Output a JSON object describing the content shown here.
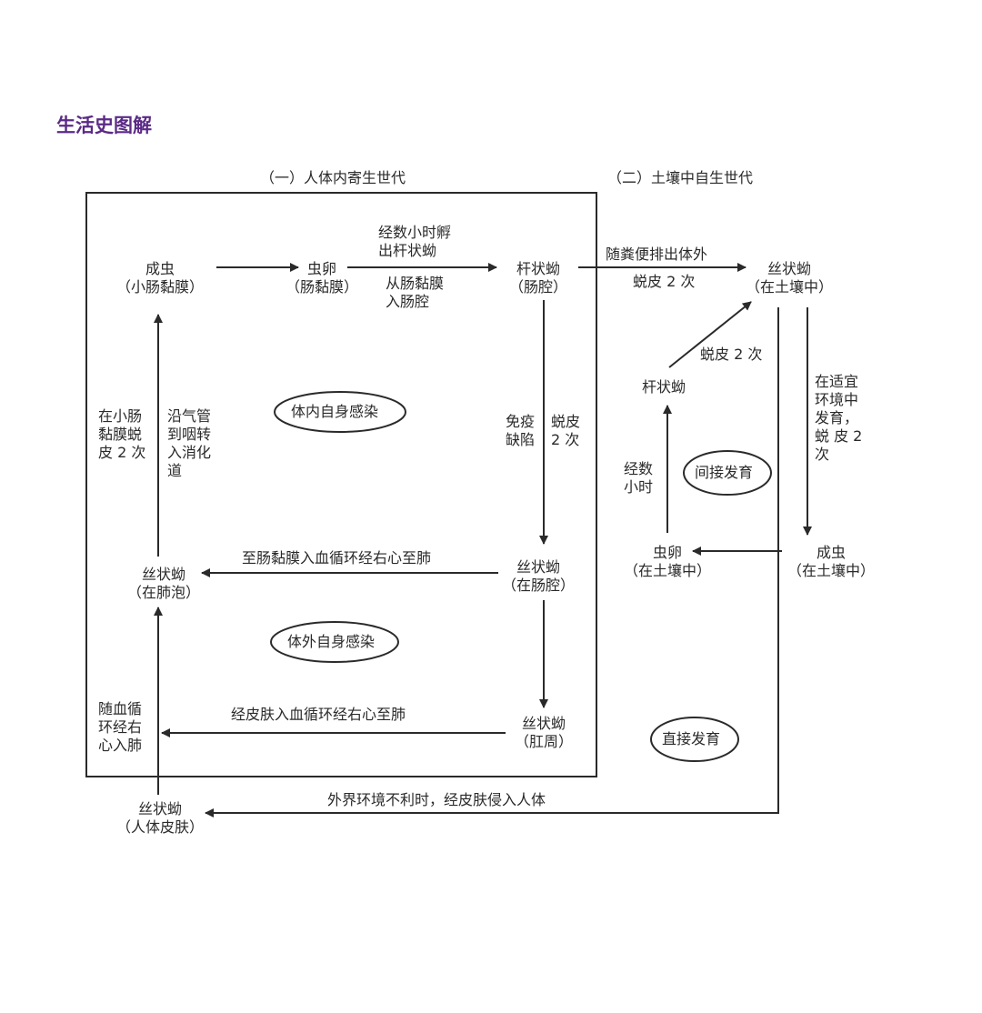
{
  "title": "生活史图解",
  "sections": {
    "host": "（一）人体内寄生世代",
    "soil": "（二）土壤中自生世代"
  },
  "nodes": {
    "adult_intestine": "成虫\n（小肠黏膜）",
    "egg_mucosa": "虫卵\n（肠黏膜）",
    "rhabditiform_lumen": "杆状蚴\n（肠腔）",
    "filariform_soil": "丝状蚴\n（在土壤中）",
    "filariform_alveoli": "丝状蚴\n（在肺泡）",
    "filariform_lumen": "丝状蚴\n（在肠腔）",
    "filariform_perianal": "丝状蚴\n（肛周）",
    "filariform_skin": "丝状蚴\n（人体皮肤）",
    "rhabditiform_soil": "杆状蚴",
    "egg_soil": "虫卵\n（在土壤中）",
    "adult_soil": "成虫\n（在土壤中）"
  },
  "labels": {
    "hatch": "经数小时孵\n出杆状蚴",
    "into_lumen": "从肠黏膜\n入肠腔",
    "excreted": "随粪便排出体外",
    "molt_twice_a": "蜕皮 2 次",
    "molt_twice_b": "蜕皮 2 次",
    "molt_mucosa": "在小肠\n黏膜蜕\n皮 2 次",
    "trachea": "沿气管\n到咽转\n入消化\n道",
    "immune": "免疫\n缺陷",
    "molt_twice_c": "蜕皮\n2 次",
    "lumen_to_lung": "至肠黏膜入血循环经右心至肺",
    "skin_to_lung": "经皮肤入血循环经右心至肺",
    "blood_lung": "随血循\n环经右\n心入肺",
    "soil_develop": "在适宜\n环境中\n发育，\n蜕 皮 2\n次",
    "hours": "经数\n小时",
    "skin_invade": "外界环境不利时，经皮肤侵入人体"
  },
  "ovals": {
    "internal_auto": "体内自身感染",
    "external_auto": "体外自身感染",
    "indirect": "间接发育",
    "direct": "直接发育"
  }
}
